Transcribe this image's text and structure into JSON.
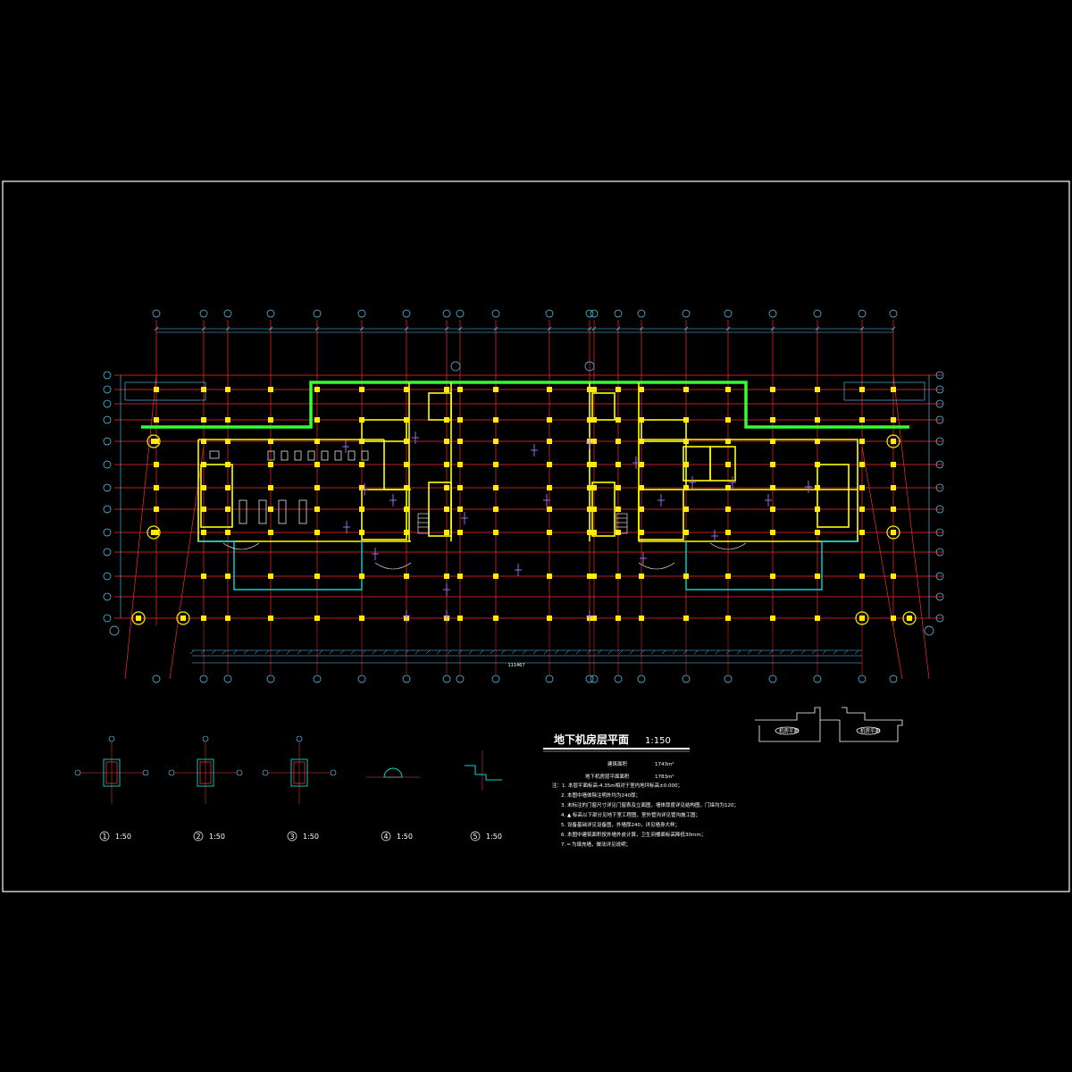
{
  "drawing": {
    "title": "地下机房层平面",
    "scale": "1:150",
    "area_label_1": "建筑面积",
    "area_value_1": "1743m²",
    "area_label_2": "地下机房层平面面积",
    "area_value_2": "1783m²",
    "overall_dimension": "111467",
    "notes": [
      "注：1. 本层平面标高-4.35m相对于室内地坪标高±0.000；",
      "2. 本图中墙体除注明外均为240厚；",
      "3. 未标注的门窗尺寸详见门窗表及立面图，墙体厚度详见结构图，门垛均为120；",
      "4. ▲ 标高以下部分见地下室工程图，室外管沟详见管沟施工图；",
      "5. 设备基础详见设备图，外墙厚240，详见墙身大样；",
      "6. 本图中建筑面积按外墙外皮计算，卫生间楼面标高降低30mm；",
      "7. ━ 为填充墙，做法详见说明；"
    ],
    "details": [
      {
        "num": "1",
        "scale": "1:50"
      },
      {
        "num": "2",
        "scale": "1:50"
      },
      {
        "num": "3",
        "scale": "1:50"
      },
      {
        "num": "4",
        "scale": "1:50"
      },
      {
        "num": "5",
        "scale": "1:50"
      }
    ],
    "key_plan_labels": [
      "机房平面",
      "机房平面"
    ]
  },
  "colors": {
    "background": "#000000",
    "frame": "#ffffff",
    "grid_axis": "#ff2a2a",
    "wall": "#ffff00",
    "column": "#ffee00",
    "green_wall": "#33ff33",
    "dimension": "#5ad2ff",
    "annotation": "#b070ff",
    "cyan": "#00d8d8"
  }
}
